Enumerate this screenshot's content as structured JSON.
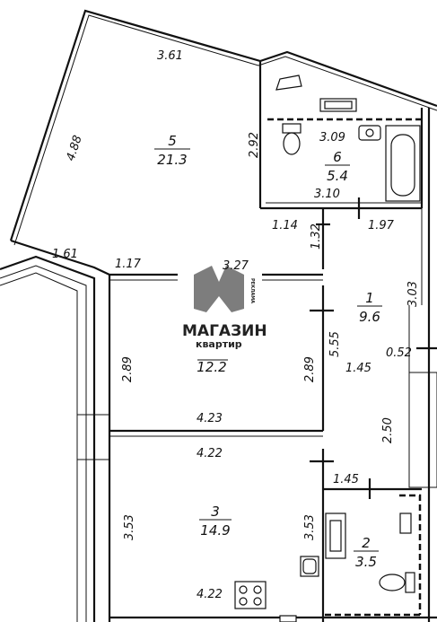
{
  "rooms": [
    {
      "number": "5",
      "area": "21.3"
    },
    {
      "number": "6",
      "area": "5.4"
    },
    {
      "number": "1",
      "area": "9.6"
    },
    {
      "number": "",
      "area": "12.2"
    },
    {
      "number": "3",
      "area": "14.9"
    },
    {
      "number": "2",
      "area": "3.5"
    }
  ],
  "dimensions": {
    "d_3_61": "3.61",
    "d_4_88": "4.88",
    "d_2_92": "2.92",
    "d_3_09": "3.09",
    "d_3_10": "3.10",
    "d_1_14": "1.14",
    "d_1_32": "1.32",
    "d_1_97": "1.97",
    "d_1_61": "1.61",
    "d_1_17": "1.17",
    "d_3_27": "3.27",
    "d_3_03": "3.03",
    "d_5_55": "5.55",
    "d_2_89_left": "2.89",
    "d_2_89_mid": "2.89",
    "d_1_45_top": "1.45",
    "d_0_52": "0.52",
    "d_2_50": "2.50",
    "d_4_23": "4.23",
    "d_4_22_top": "4.22",
    "d_1_45_bottom": "1.45",
    "d_3_53_left": "3.53",
    "d_3_53_right": "3.53",
    "d_4_22_bottom": "4.22"
  },
  "watermark": {
    "title": "МАГАЗИН",
    "subtitle": "квартир",
    "side": "РЕКЛАМА"
  }
}
